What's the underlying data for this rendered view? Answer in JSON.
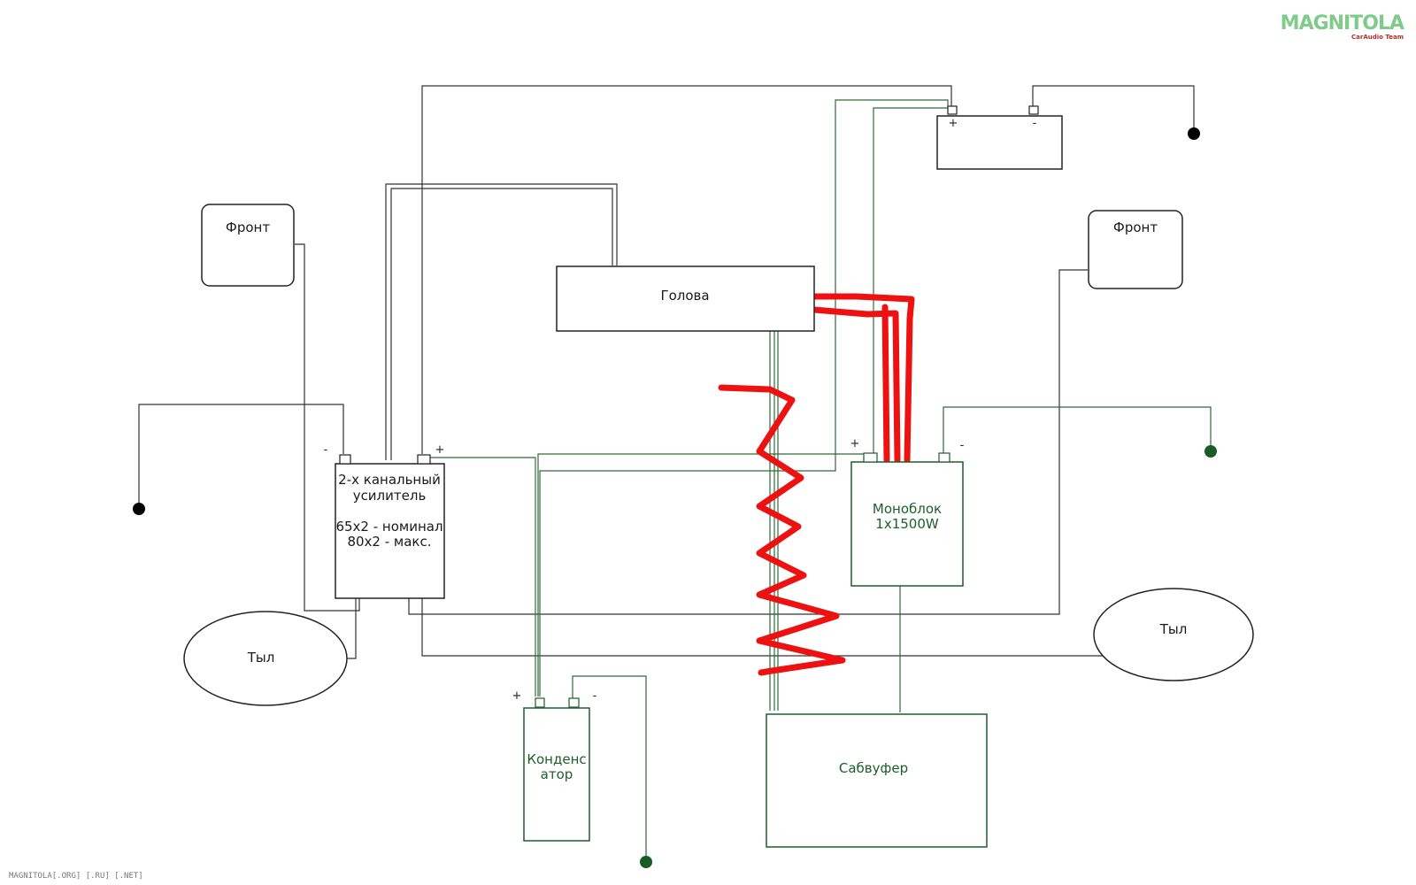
{
  "components": {
    "front_left": "Фронт",
    "front_right": "Фронт",
    "head_unit": "Голова",
    "amp_2ch": {
      "line1": "2-х канальный",
      "line2": "усилитель",
      "line3": "65x2 - номинал",
      "line4": "80x2 - макс."
    },
    "monoblock": {
      "line1": "Моноблок",
      "line2": "1x1500W"
    },
    "rear_left": "Тыл",
    "rear_right": "Тыл",
    "capacitor": {
      "line1": "Конденс",
      "line2": "атор"
    },
    "subwoofer": "Сабвуфер"
  },
  "terminal_signs": {
    "battery_plus": "+",
    "battery_minus": "-",
    "amp_minus": "-",
    "amp_plus": "+",
    "mono_plus": "+",
    "mono_minus": "-",
    "cap_plus": "+",
    "cap_minus": "-"
  },
  "watermark": {
    "logo_main": "MAGNITOLA",
    "logo_sub": "CarAudio Team",
    "footer": "MAGNITOLA[.ORG] [.RU] [.NET]"
  },
  "colors": {
    "wire_dark": "#333333",
    "wire_green": "#2e6b3a",
    "box_dark": "#222222",
    "box_green": "#1e5e2a",
    "highlight_red": "#ee1111",
    "ground_dark": "#000000",
    "ground_green": "#1a5c28"
  }
}
